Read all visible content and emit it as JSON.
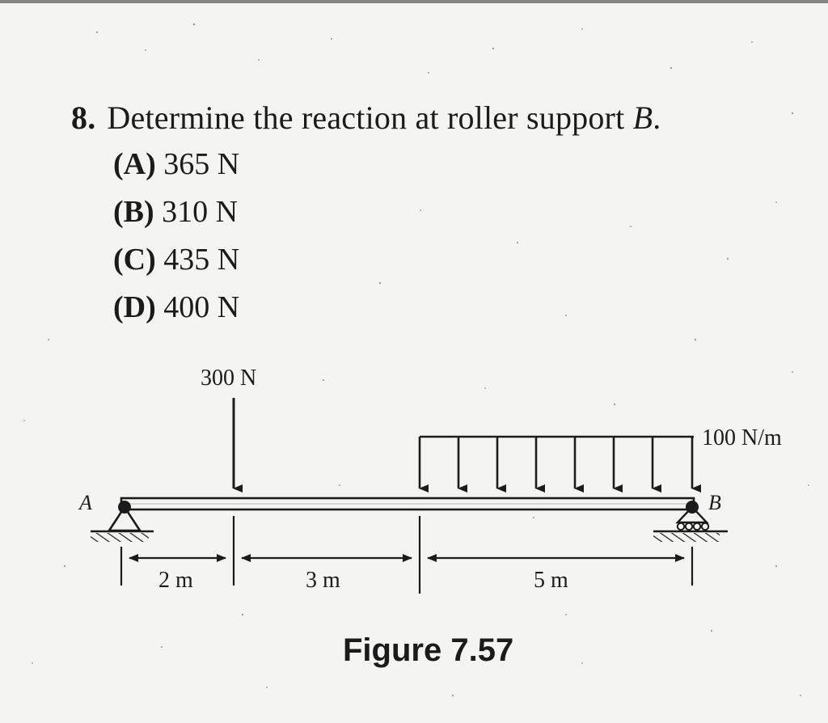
{
  "question": {
    "number": "8.",
    "text_prefix": "Determine the reaction at roller support ",
    "text_point": "B",
    "text_suffix": "."
  },
  "options": [
    {
      "letter": "(A)",
      "text": "365 N"
    },
    {
      "letter": "(B)",
      "text": "310 N"
    },
    {
      "letter": "(C)",
      "text": "435 N"
    },
    {
      "letter": "(D)",
      "text": "400 N"
    }
  ],
  "diagram": {
    "point_load_label": "300 N",
    "distributed_load_label": "100 N/m",
    "support_a_label": "A",
    "support_b_label": "B",
    "dim_1": "2 m",
    "dim_2": "3 m",
    "dim_3": "5 m"
  },
  "caption": "Figure 7.57"
}
